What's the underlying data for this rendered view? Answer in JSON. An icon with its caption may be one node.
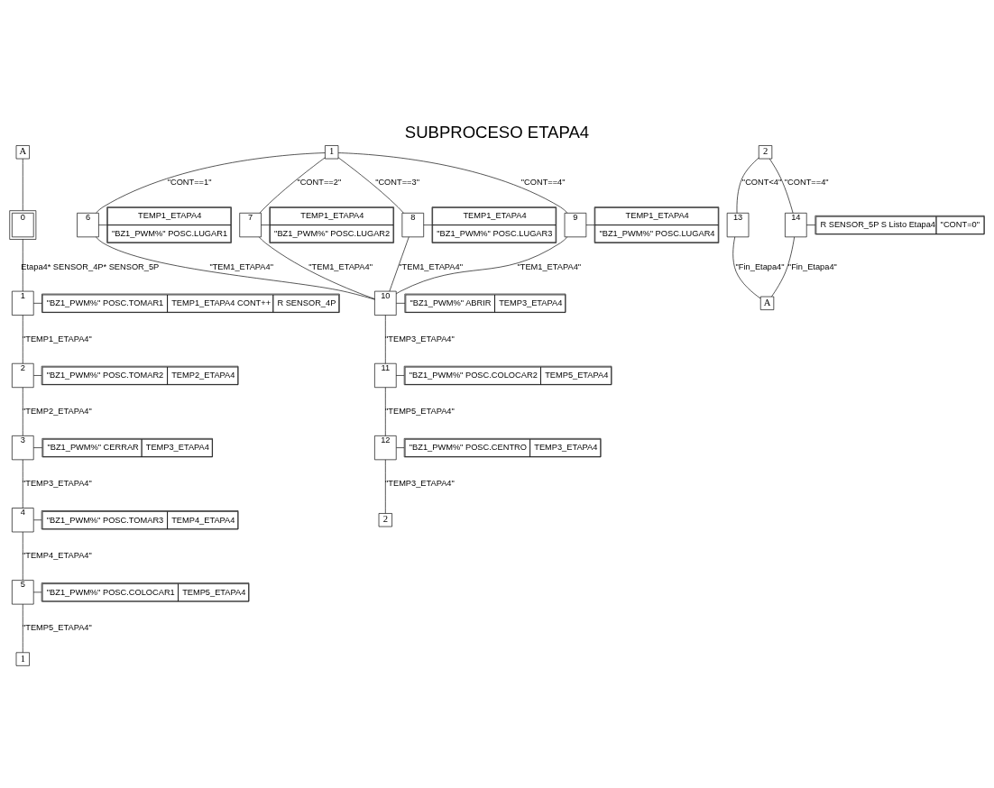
{
  "diagram": {
    "title": "SUBPROCESO ETAPA4",
    "nodes": [
      {
        "text": [
          "A"
        ]
      },
      {
        "text": [
          "0"
        ]
      },
      {
        "text": [
          "1"
        ]
      },
      {
        "text": [
          "\"BZ1_PWM%\" POSC.TOMAR1",
          "TEMP1_ETAPA4 CONT++",
          "R SENSOR_4P"
        ]
      },
      {
        "text": [
          "2"
        ]
      },
      {
        "text": [
          "\"BZ1_PWM%\" POSC.TOMAR2",
          "TEMP2_ETAPA4"
        ]
      },
      {
        "text": [
          "3"
        ]
      },
      {
        "text": [
          "\"BZ1_PWM%\" CERRAR",
          "TEMP3_ETAPA4"
        ]
      },
      {
        "text": [
          "4"
        ]
      },
      {
        "text": [
          "\"BZ1_PWM%\" POSC.TOMAR3",
          "TEMP4_ETAPA4"
        ]
      },
      {
        "text": [
          "5"
        ]
      },
      {
        "text": [
          "\"BZ1_PWM%\" POSC.COLOCAR1",
          "TEMP5_ETAPA4"
        ]
      },
      {
        "text": [
          "1"
        ]
      },
      {
        "text": [
          "1"
        ]
      },
      {
        "text": [
          "6"
        ]
      },
      {
        "text": [
          "TEMP1_ETAPA4",
          "\"BZ1_PWM%\" POSC.LUGAR1"
        ]
      },
      {
        "text": [
          "7"
        ]
      },
      {
        "text": [
          "TEMP1_ETAPA4",
          "\"BZ1_PWM%\" POSC.LUGAR2"
        ]
      },
      {
        "text": [
          "8"
        ]
      },
      {
        "text": [
          "TEMP1_ETAPA4",
          "\"BZ1_PWM%\" POSC.LUGAR3"
        ]
      },
      {
        "text": [
          "9"
        ]
      },
      {
        "text": [
          "TEMP1_ETAPA4",
          "\"BZ1_PWM%\" POSC.LUGAR4"
        ]
      },
      {
        "text": [
          "10"
        ]
      },
      {
        "text": [
          "\"BZ1_PWM%\" ABRIR",
          "TEMP3_ETAPA4"
        ]
      },
      {
        "text": [
          "11"
        ]
      },
      {
        "text": [
          "\"BZ1_PWM%\" POSC.COLOCAR2",
          "TEMP5_ETAPA4"
        ]
      },
      {
        "text": [
          "12"
        ]
      },
      {
        "text": [
          "\"BZ1_PWM%\" POSC.CENTRO",
          "TEMP3_ETAPA4"
        ]
      },
      {
        "text": [
          "2"
        ]
      },
      {
        "text": [
          "2"
        ]
      },
      {
        "text": [
          "13"
        ]
      },
      {
        "text": [
          "14"
        ]
      },
      {
        "text": [
          "R SENSOR_5P S Listo Etapa4",
          "\"CONT=0\""
        ]
      },
      {
        "text": [
          "A"
        ]
      }
    ],
    "edges": [
      {
        "from": 0,
        "to": 1,
        "arrow": "none"
      },
      {
        "from": 1,
        "to": 2,
        "arrow": "none",
        "label": "Etapa4* SENSOR_4P* SENSOR_5P"
      },
      {
        "from": 2,
        "to": 3,
        "arrow": "none"
      },
      {
        "from": 2,
        "to": 4,
        "arrow": "none",
        "label": "\"TEMP1_ETAPA4\""
      },
      {
        "from": 4,
        "to": 5,
        "arrow": "none"
      },
      {
        "from": 4,
        "to": 6,
        "arrow": "none",
        "label": "\"TEMP2_ETAPA4\""
      },
      {
        "from": 6,
        "to": 7,
        "arrow": "none"
      },
      {
        "from": 6,
        "to": 8,
        "arrow": "none",
        "label": "\"TEMP3_ETAPA4\""
      },
      {
        "from": 8,
        "to": 9,
        "arrow": "none"
      },
      {
        "from": 8,
        "to": 10,
        "arrow": "none",
        "label": "\"TEMP4_ETAPA4\""
      },
      {
        "from": 10,
        "to": 11,
        "arrow": "none"
      },
      {
        "from": 10,
        "to": 12,
        "arrow": "none",
        "label": "\"TEMP5_ETAPA4\""
      },
      {
        "from": 13,
        "to": 14,
        "arrow": "none",
        "label": "\"CONT==1\""
      },
      {
        "from": 13,
        "to": 16,
        "arrow": "none",
        "label": "\"CONT==2\""
      },
      {
        "from": 13,
        "to": 18,
        "arrow": "none",
        "label": "\"CONT==3\""
      },
      {
        "from": 13,
        "to": 20,
        "arrow": "none",
        "label": "\"CONT==4\""
      },
      {
        "from": 14,
        "to": 15,
        "arrow": "none"
      },
      {
        "from": 16,
        "to": 17,
        "arrow": "none"
      },
      {
        "from": 18,
        "to": 19,
        "arrow": "none"
      },
      {
        "from": 20,
        "to": 21,
        "arrow": "none"
      },
      {
        "from": 14,
        "to": 22,
        "arrow": "none",
        "label": "\"TEM1_ETAPA4\""
      },
      {
        "from": 16,
        "to": 22,
        "arrow": "none",
        "label": "\"TEM1_ETAPA4\""
      },
      {
        "from": 18,
        "to": 22,
        "arrow": "none",
        "label": "\"TEM1_ETAPA4\""
      },
      {
        "from": 20,
        "to": 22,
        "arrow": "none",
        "label": "\"TEM1_ETAPA4\""
      },
      {
        "from": 22,
        "to": 23,
        "arrow": "none"
      },
      {
        "from": 22,
        "to": 24,
        "arrow": "none",
        "label": "\"TEMP3_ETAPA4\""
      },
      {
        "from": 24,
        "to": 25,
        "arrow": "none"
      },
      {
        "from": 24,
        "to": 26,
        "arrow": "none",
        "label": "\"TEMP5_ETAPA4\""
      },
      {
        "from": 26,
        "to": 27,
        "arrow": "none"
      },
      {
        "from": 26,
        "to": 28,
        "arrow": "none",
        "label": "\"TEMP3_ETAPA4\""
      },
      {
        "from": 29,
        "to": 30,
        "arrow": "none",
        "label": "\"CONT<4\""
      },
      {
        "from": 29,
        "to": 31,
        "arrow": "none",
        "label": "\"CONT==4\""
      },
      {
        "from": 31,
        "to": 32,
        "arrow": "none"
      },
      {
        "from": 30,
        "to": 33,
        "arrow": "none",
        "label": "\"Fin_Etapa4\""
      },
      {
        "from": 31,
        "to": 33,
        "arrow": "none",
        "label": "\"Fin_Etapa4\""
      }
    ]
  }
}
